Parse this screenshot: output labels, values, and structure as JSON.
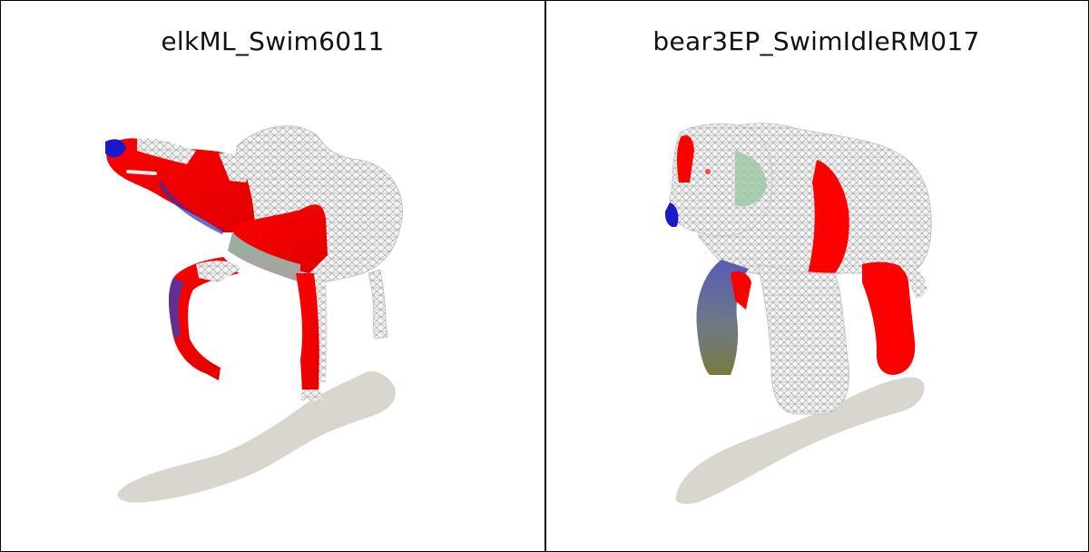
{
  "panels": [
    {
      "title": "elkML_Swim6011",
      "subject": "elk-mesh-render"
    },
    {
      "title": "bear3EP_SwimIdleRM017",
      "subject": "bear-mesh-render"
    }
  ],
  "colors": {
    "background": "#ffffff",
    "border": "#000000",
    "shadow": "#d9d6ce",
    "mesh_base": "#f2f2f2",
    "mesh_line": "#a9a9a9",
    "highlight_red": "#ff0000",
    "highlight_blue": "#1a1acc",
    "highlight_green": "#9fc7a5"
  }
}
